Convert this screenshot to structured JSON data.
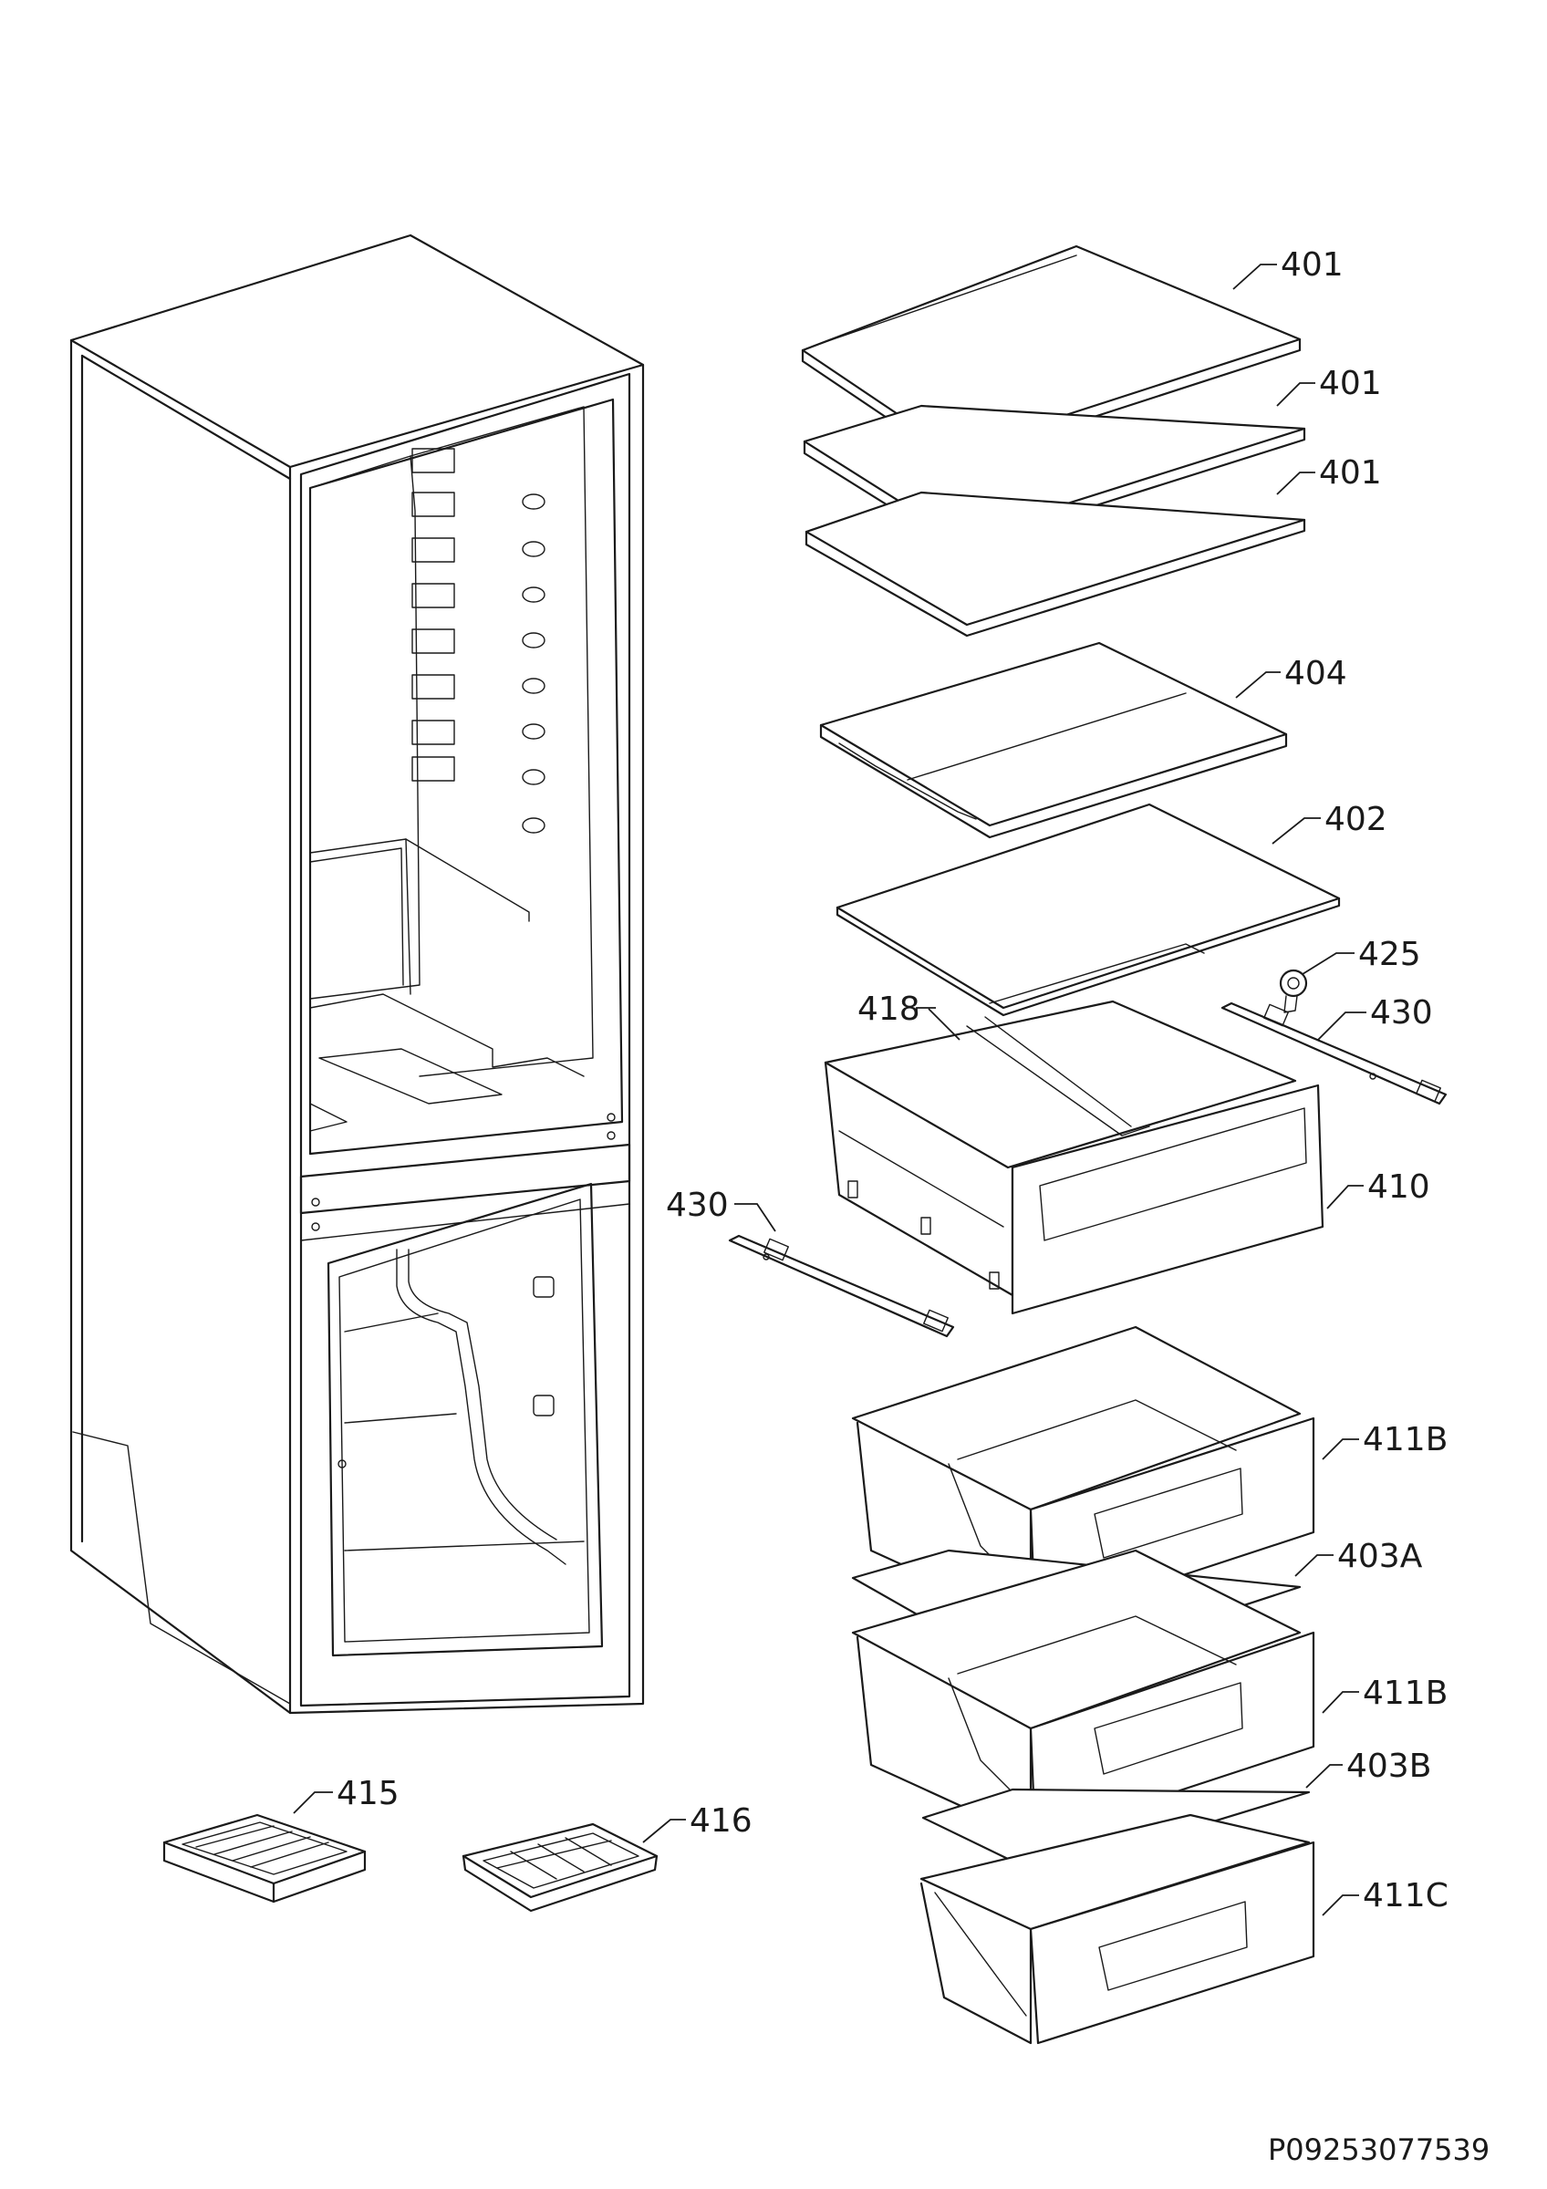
{
  "callouts": [
    {
      "id": "c401a",
      "text": "401"
    },
    {
      "id": "c401b",
      "text": "401"
    },
    {
      "id": "c401c",
      "text": "401"
    },
    {
      "id": "c404",
      "text": "404"
    },
    {
      "id": "c402",
      "text": "402"
    },
    {
      "id": "c425",
      "text": "425"
    },
    {
      "id": "c418",
      "text": "418"
    },
    {
      "id": "c430a",
      "text": "430"
    },
    {
      "id": "c430b",
      "text": "430"
    },
    {
      "id": "c410",
      "text": "410"
    },
    {
      "id": "c411Ba",
      "text": "411B"
    },
    {
      "id": "c403A",
      "text": "403A"
    },
    {
      "id": "c411Bb",
      "text": "411B"
    },
    {
      "id": "c403B",
      "text": "403B"
    },
    {
      "id": "c411C",
      "text": "411C"
    },
    {
      "id": "c415",
      "text": "415"
    },
    {
      "id": "c416",
      "text": "416"
    }
  ],
  "drawing_code": "P09253077539"
}
